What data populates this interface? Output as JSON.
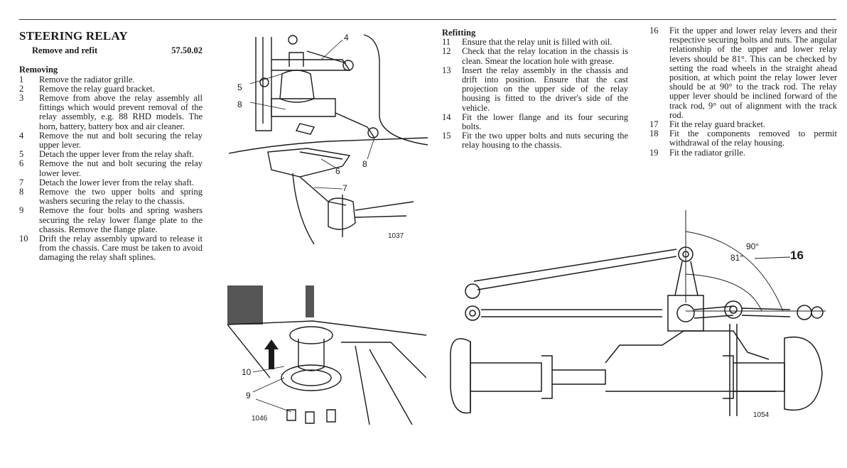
{
  "title": "STEERING RELAY",
  "subtitle": {
    "label": "Remove and refit",
    "code": "57.50.02"
  },
  "removing": {
    "heading": "Removing",
    "steps": [
      {
        "n": "1",
        "text": "Remove the radiator grille."
      },
      {
        "n": "2",
        "text": "Remove the relay guard bracket."
      },
      {
        "n": "3",
        "text": "Remove from above the relay assembly all fittings which would prevent removal of the relay assembly, e.g. 88 RHD models. The horn, battery, battery box and air cleaner."
      },
      {
        "n": "4",
        "text": "Remove the nut and bolt securing the relay upper lever."
      },
      {
        "n": "5",
        "text": "Detach the upper lever from the relay shaft."
      },
      {
        "n": "6",
        "text": "Remove the nut and bolt securing the relay lower lever."
      },
      {
        "n": "7",
        "text": "Detach the lower lever from the relay shaft."
      },
      {
        "n": "8",
        "text": "Remove the two upper bolts and spring washers securing the relay to the chassis."
      },
      {
        "n": "9",
        "text": "Remove the four bolts and spring washers securing the relay lower flange plate to the chassis. Remove the flange plate."
      },
      {
        "n": "10",
        "text": "Drift the relay assembly upward to release it from the chassis. Care must be taken to avoid damaging the relay shaft splines."
      }
    ]
  },
  "refitting": {
    "heading": "Refitting",
    "steps_a": [
      {
        "n": "11",
        "text": "Ensure that the relay unit is filled with oil."
      },
      {
        "n": "12",
        "text": "Check that the relay location in the chassis is clean. Smear the location hole with grease."
      },
      {
        "n": "13",
        "text": "Insert the relay assembly in the chassis and drift into position. Ensure that the cast projection on the upper side of the relay housing is fitted to the driver's side of the vehicle."
      },
      {
        "n": "14",
        "text": "Fit the lower flange and its four securing bolts."
      },
      {
        "n": "15",
        "text": "Fit the two upper bolts and nuts securing the relay housing to the chassis."
      }
    ],
    "steps_b": [
      {
        "n": "16",
        "text": "Fit the upper and lower relay levers and their respective securing bolts and nuts. The angular relationship of the upper and lower relay levers should be 81°. This can be checked by setting the road wheels in the straight ahead position, at which point the relay lower lever should be at 90° to the track rod. The relay upper lever should be inclined forward of the track rod, 9° out of alignment with the track rod."
      },
      {
        "n": "17",
        "text": "Fit the relay guard bracket."
      },
      {
        "n": "18",
        "text": "Fit the components removed to permit withdrawal of the relay housing."
      },
      {
        "n": "19",
        "text": "Fit the radiator grille."
      }
    ]
  },
  "figures": {
    "fig1037": {
      "number": "1037",
      "callouts": [
        "4",
        "5",
        "8",
        "8",
        "6",
        "7"
      ]
    },
    "fig1046": {
      "number": "1046",
      "callouts": [
        "10",
        "9"
      ]
    },
    "fig1054": {
      "number": "1054",
      "angle_a": "90°",
      "angle_b": "81°",
      "callout": "16"
    }
  },
  "colors": {
    "ink": "#1a1a1a",
    "paper": "#ffffff",
    "shade": "#555555"
  }
}
